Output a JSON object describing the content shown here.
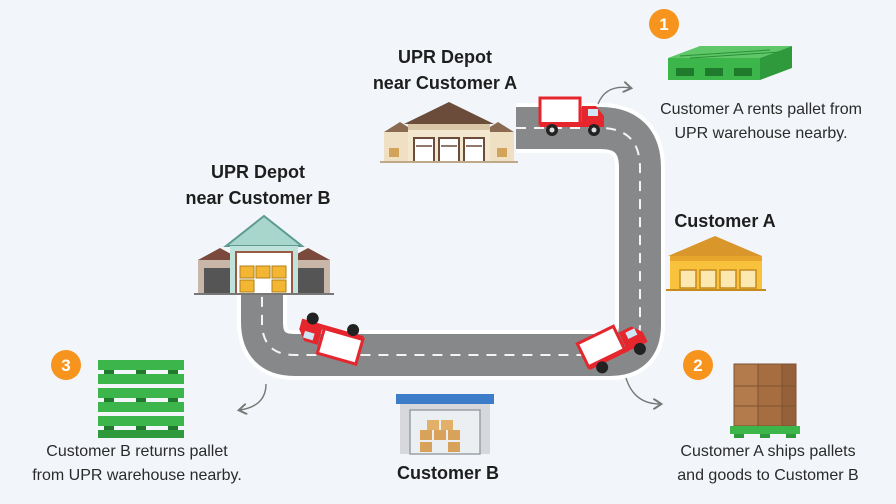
{
  "depot_a": {
    "line1": "UPR Depot",
    "line2": "near Customer A"
  },
  "depot_b": {
    "line1": "UPR Depot",
    "line2": "near Customer B"
  },
  "customer_a": {
    "label": "Customer A"
  },
  "customer_b": {
    "label": "Customer B"
  },
  "steps": [
    {
      "number": "1",
      "line1": "Customer A rents pallet from",
      "line2": "UPR warehouse nearby."
    },
    {
      "number": "2",
      "line1": "Customer A ships pallets",
      "line2": "and goods to Customer B"
    },
    {
      "number": "3",
      "line1": "Customer B returns pallet",
      "line2": "from UPR warehouse nearby."
    }
  ],
  "colors": {
    "badge": "#f7941d",
    "road": "#8a8b8d",
    "road_edge": "#ffffff",
    "truck": "#e5262d",
    "pallet_green": "#3cb54a",
    "customer_a_building": "#f9c23c"
  }
}
